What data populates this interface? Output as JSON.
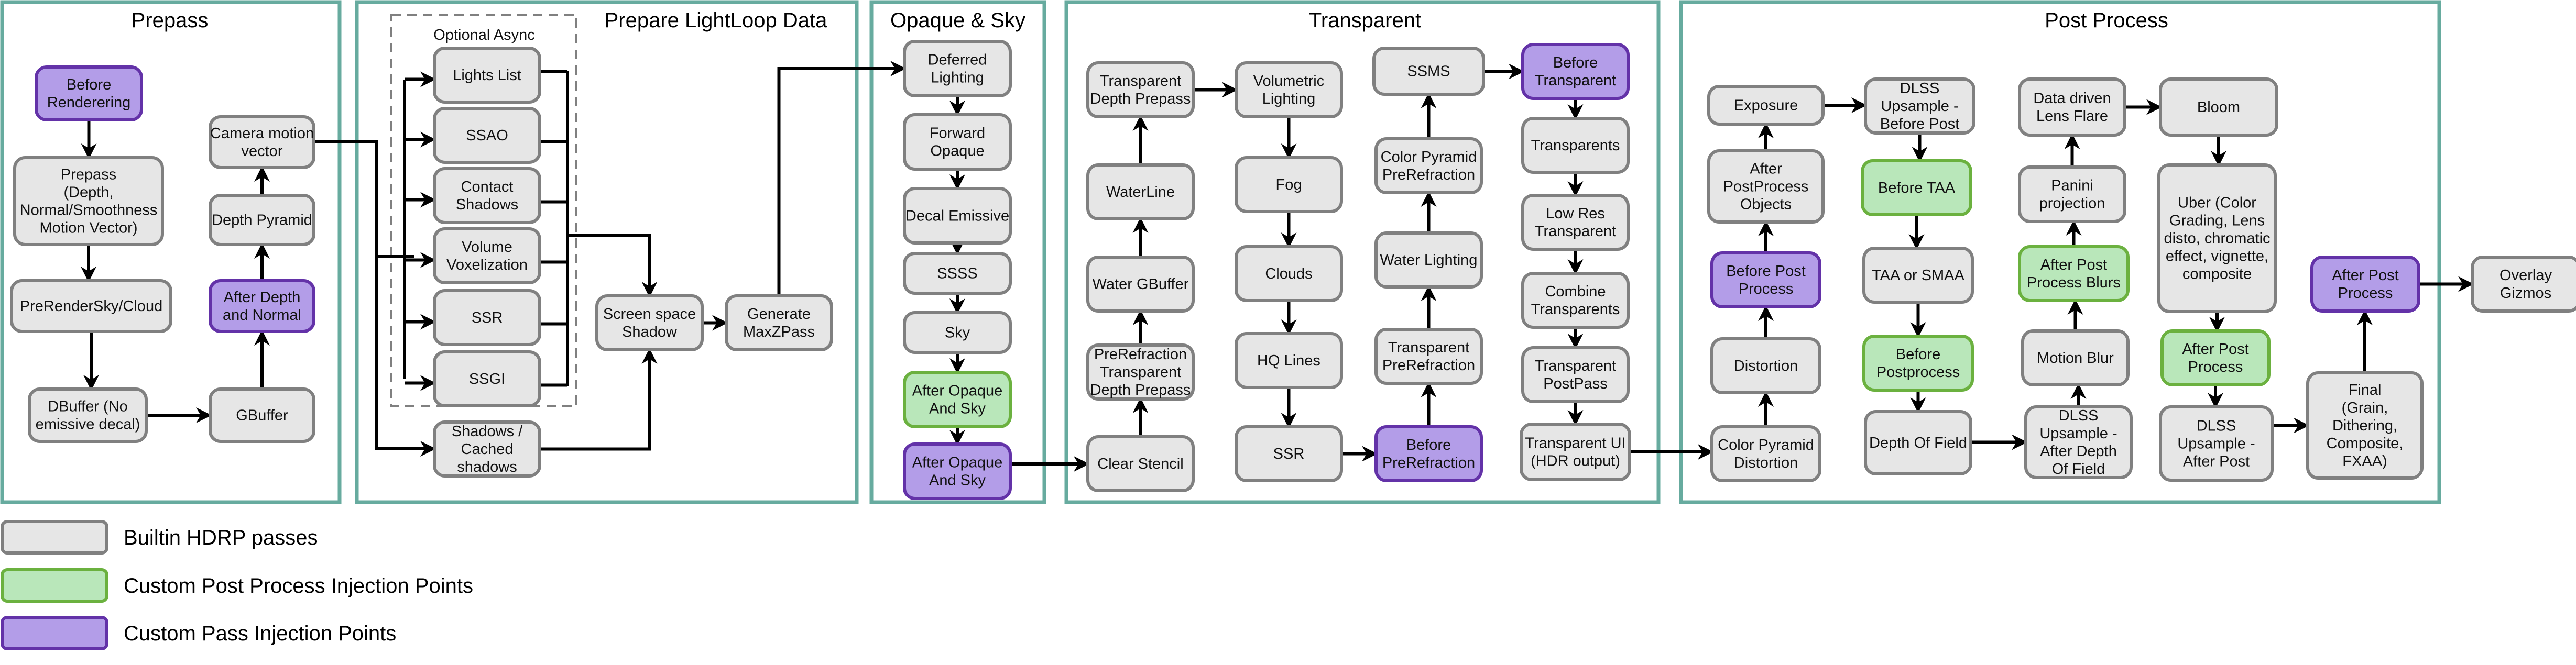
{
  "styles": {
    "builtin": {
      "fill": "#E6E6E6",
      "stroke": "#808080"
    },
    "post": {
      "fill": "#B9E7BA",
      "stroke": "#6BB13F"
    },
    "custom": {
      "fill": "#B39DE8",
      "stroke": "#6332A8"
    },
    "frame_stroke": "#67AB9F"
  },
  "frames": [
    {
      "id": "prepass",
      "title": "Prepass"
    },
    {
      "id": "lightloop",
      "title": "Prepare LightLoop Data"
    },
    {
      "id": "opaque",
      "title": "Opaque & Sky"
    },
    {
      "id": "transparent",
      "title": "Transparent"
    },
    {
      "id": "post",
      "title": "Post Process"
    }
  ],
  "async_group": {
    "label": "Optional Async"
  },
  "nodes": [
    {
      "id": "before-rendering",
      "type": "custom",
      "lines": [
        "Before",
        "Renderering"
      ]
    },
    {
      "id": "prepass-pass",
      "type": "builtin",
      "lines": [
        "Prepass",
        "(Depth,",
        "Normal/Smoothness",
        "Motion Vector)"
      ]
    },
    {
      "id": "prerender-sky",
      "type": "builtin",
      "lines": [
        "PreRenderSky/Cloud"
      ]
    },
    {
      "id": "dbuffer",
      "type": "builtin",
      "lines": [
        "DBuffer (No",
        "emissive decal)"
      ]
    },
    {
      "id": "gbuffer",
      "type": "builtin",
      "lines": [
        "GBuffer"
      ]
    },
    {
      "id": "after-depth-normal",
      "type": "custom",
      "lines": [
        "After Depth",
        "and Normal"
      ]
    },
    {
      "id": "depth-pyramid",
      "type": "builtin",
      "lines": [
        "Depth Pyramid"
      ]
    },
    {
      "id": "camera-motion",
      "type": "builtin",
      "lines": [
        "Camera motion",
        "vector"
      ]
    },
    {
      "id": "lights-list",
      "type": "builtin",
      "lines": [
        "Lights List"
      ]
    },
    {
      "id": "ssao",
      "type": "builtin",
      "lines": [
        "SSAO"
      ]
    },
    {
      "id": "contact-shadows",
      "type": "builtin",
      "lines": [
        "Contact",
        "Shadows"
      ]
    },
    {
      "id": "volume-voxel",
      "type": "builtin",
      "lines": [
        "Volume",
        "Voxelization"
      ]
    },
    {
      "id": "ssr-ll",
      "type": "builtin",
      "lines": [
        "SSR"
      ]
    },
    {
      "id": "ssgi",
      "type": "builtin",
      "lines": [
        "SSGI"
      ]
    },
    {
      "id": "shadows-cached",
      "type": "builtin",
      "lines": [
        "Shadows /",
        "Cached",
        "shadows"
      ]
    },
    {
      "id": "ss-shadow",
      "type": "builtin",
      "lines": [
        "Screen space",
        "Shadow"
      ]
    },
    {
      "id": "maxz",
      "type": "builtin",
      "lines": [
        "Generate",
        "MaxZPass"
      ]
    },
    {
      "id": "deferred-lighting",
      "type": "builtin",
      "lines": [
        "Deferred",
        "Lighting"
      ]
    },
    {
      "id": "forward-opaque",
      "type": "builtin",
      "lines": [
        "Forward",
        "Opaque"
      ]
    },
    {
      "id": "decal-emissive",
      "type": "builtin",
      "lines": [
        "Decal Emissive"
      ]
    },
    {
      "id": "ssss",
      "type": "builtin",
      "lines": [
        "SSSS"
      ]
    },
    {
      "id": "sky",
      "type": "builtin",
      "lines": [
        "Sky"
      ]
    },
    {
      "id": "after-opaque-sky-post",
      "type": "post",
      "lines": [
        "After Opaque",
        "And Sky"
      ]
    },
    {
      "id": "after-opaque-sky-custom",
      "type": "custom",
      "lines": [
        "After Opaque",
        "And Sky"
      ]
    },
    {
      "id": "clear-stencil",
      "type": "builtin",
      "lines": [
        "Clear Stencil"
      ]
    },
    {
      "id": "prerefraction-depth",
      "type": "builtin",
      "lines": [
        "PreRefraction",
        "Transparent",
        "Depth Prepass"
      ]
    },
    {
      "id": "water-gbuffer",
      "type": "builtin",
      "lines": [
        "Water GBuffer"
      ]
    },
    {
      "id": "waterline",
      "type": "builtin",
      "lines": [
        "WaterLine"
      ]
    },
    {
      "id": "transparent-depth-prepass",
      "type": "builtin",
      "lines": [
        "Transparent",
        "Depth Prepass"
      ]
    },
    {
      "id": "volumetric-lighting",
      "type": "builtin",
      "lines": [
        "Volumetric",
        "Lighting"
      ]
    },
    {
      "id": "fog",
      "type": "builtin",
      "lines": [
        "Fog"
      ]
    },
    {
      "id": "clouds",
      "type": "builtin",
      "lines": [
        "Clouds"
      ]
    },
    {
      "id": "hq-lines",
      "type": "builtin",
      "lines": [
        "HQ Lines"
      ]
    },
    {
      "id": "ssr-tr",
      "type": "builtin",
      "lines": [
        "SSR"
      ]
    },
    {
      "id": "before-prerefraction",
      "type": "custom",
      "lines": [
        "Before",
        "PreRefraction"
      ]
    },
    {
      "id": "transparent-prerefraction",
      "type": "builtin",
      "lines": [
        "Transparent",
        "PreRefraction"
      ]
    },
    {
      "id": "water-lighting",
      "type": "builtin",
      "lines": [
        "Water Lighting"
      ]
    },
    {
      "id": "color-pyramid-prerefraction",
      "type": "builtin",
      "lines": [
        "Color Pyramid",
        "PreRefraction"
      ]
    },
    {
      "id": "ssms",
      "type": "builtin",
      "lines": [
        "SSMS"
      ]
    },
    {
      "id": "before-transparent",
      "type": "custom",
      "lines": [
        "Before",
        "Transparent"
      ]
    },
    {
      "id": "transparents",
      "type": "builtin",
      "lines": [
        "Transparents"
      ]
    },
    {
      "id": "low-res-transparent",
      "type": "builtin",
      "lines": [
        "Low Res",
        "Transparent"
      ]
    },
    {
      "id": "combine-transparents",
      "type": "builtin",
      "lines": [
        "Combine",
        "Transparents"
      ]
    },
    {
      "id": "transparent-postpass",
      "type": "builtin",
      "lines": [
        "Transparent",
        "PostPass"
      ]
    },
    {
      "id": "transparent-ui",
      "type": "builtin",
      "lines": [
        "Transparent UI",
        "(HDR output)"
      ]
    },
    {
      "id": "color-pyramid-distortion",
      "type": "builtin",
      "lines": [
        "Color Pyramid",
        "Distortion"
      ]
    },
    {
      "id": "distortion",
      "type": "builtin",
      "lines": [
        "Distortion"
      ]
    },
    {
      "id": "before-post-process",
      "type": "custom",
      "lines": [
        "Before Post",
        "Process"
      ]
    },
    {
      "id": "after-postprocess-objects",
      "type": "builtin",
      "lines": [
        "After",
        "PostProcess",
        "Objects"
      ]
    },
    {
      "id": "exposure",
      "type": "builtin",
      "lines": [
        "Exposure"
      ]
    },
    {
      "id": "dlss-before-post",
      "type": "builtin",
      "lines": [
        "DLSS",
        "Upsample -",
        "Before Post"
      ]
    },
    {
      "id": "before-taa",
      "type": "post",
      "lines": [
        "Before TAA"
      ]
    },
    {
      "id": "taa-smaa",
      "type": "builtin",
      "lines": [
        "TAA or SMAA"
      ]
    },
    {
      "id": "before-postprocess",
      "type": "post",
      "lines": [
        "Before",
        "Postprocess"
      ]
    },
    {
      "id": "depth-of-field",
      "type": "builtin",
      "lines": [
        "Depth Of Field"
      ]
    },
    {
      "id": "dlss-after-dof",
      "type": "builtin",
      "lines": [
        "DLSS",
        "Upsample -",
        "After Depth",
        "Of Field"
      ]
    },
    {
      "id": "motion-blur",
      "type": "builtin",
      "lines": [
        "Motion Blur"
      ]
    },
    {
      "id": "after-pp-blurs",
      "type": "post",
      "lines": [
        "After Post",
        "Process Blurs"
      ]
    },
    {
      "id": "panini",
      "type": "builtin",
      "lines": [
        "Panini",
        "projection"
      ]
    },
    {
      "id": "lens-flare",
      "type": "builtin",
      "lines": [
        "Data driven",
        "Lens Flare"
      ]
    },
    {
      "id": "bloom",
      "type": "builtin",
      "lines": [
        "Bloom"
      ]
    },
    {
      "id": "uber",
      "type": "builtin",
      "lines": [
        "Uber (Color",
        "Grading, Lens",
        "disto, chromatic",
        "effect, vignette,",
        "composite"
      ]
    },
    {
      "id": "after-post-process-post",
      "type": "post",
      "lines": [
        "After Post",
        "Process"
      ]
    },
    {
      "id": "dlss-after-post",
      "type": "builtin",
      "lines": [
        "DLSS",
        "Upsample -",
        "After Post"
      ]
    },
    {
      "id": "final",
      "type": "builtin",
      "lines": [
        "Final",
        "(Grain,",
        "Dithering,",
        "Composite,",
        "FXAA)"
      ]
    },
    {
      "id": "after-post-process-custom",
      "type": "custom",
      "lines": [
        "After Post",
        "Process"
      ]
    },
    {
      "id": "overlay-gizmos",
      "type": "builtin",
      "lines": [
        "Overlay",
        "Gizmos"
      ]
    }
  ],
  "legend": [
    {
      "type": "builtin",
      "label": "Builtin HDRP passes"
    },
    {
      "type": "post",
      "label": "Custom Post Process Injection Points"
    },
    {
      "type": "custom",
      "label": "Custom Pass Injection Points"
    }
  ]
}
